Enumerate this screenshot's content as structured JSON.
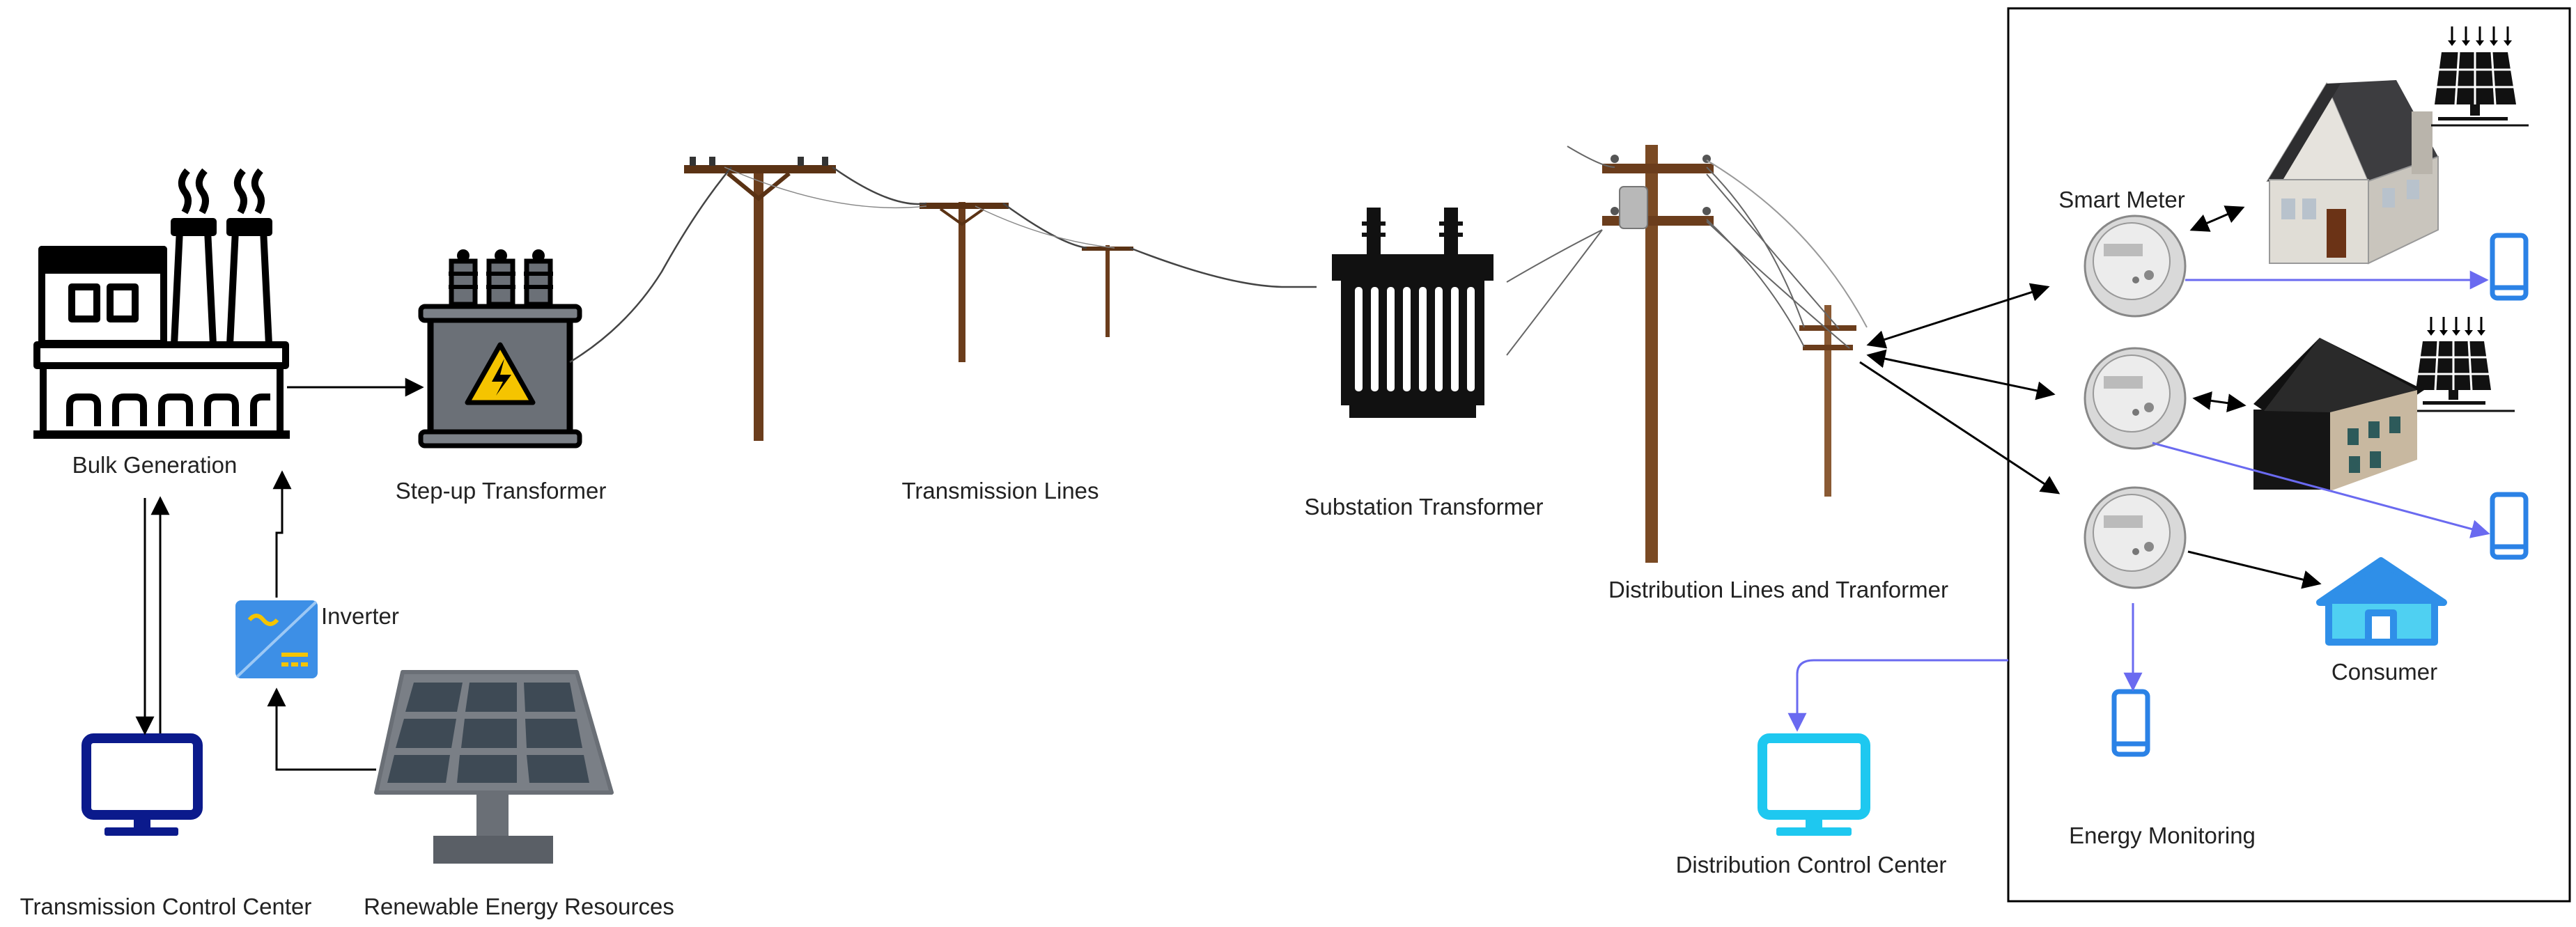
{
  "labels": {
    "bulk_generation": "Bulk Generation",
    "step_up_transformer": "Step-up Transformer",
    "transmission_lines": "Transmission Lines",
    "substation_transformer": "Substation Transformer",
    "distribution_lines": "Distribution Lines and Tranformer",
    "smart_meter": "Smart Meter",
    "consumer": "Consumer",
    "energy_monitoring": "Energy Monitoring",
    "distribution_control_center": "Distribution Control Center",
    "inverter": "Inverter",
    "transmission_control_center": "Transmission Control Center",
    "renewable_energy_resources": "Renewable Energy Resources"
  },
  "colors": {
    "icon_dark": "#000000",
    "transformer_fill": "#6b7077",
    "warning_yellow": "#f5c400",
    "pole_wood": "#7a4a24",
    "monitor_navy": "#0b1a8c",
    "monitor_cyan": "#1ec8f0",
    "phone_blue": "#2b82e6",
    "inverter_blue": "#3d8fe6",
    "link_purple": "#6a6af0",
    "solar_frame": "#7a7f86",
    "solar_cell": "#3e4a55",
    "house_roof": "#3d3d40",
    "house_wall": "#d9d6d0",
    "house_blue": "#2f8fe8"
  },
  "icons": [
    "factory-icon",
    "transformer-icon",
    "power-pole-icon",
    "substation-transformer-icon",
    "smart-meter-icon",
    "house-icon",
    "solar-panel-icon",
    "phone-icon",
    "monitor-icon",
    "inverter-icon"
  ]
}
